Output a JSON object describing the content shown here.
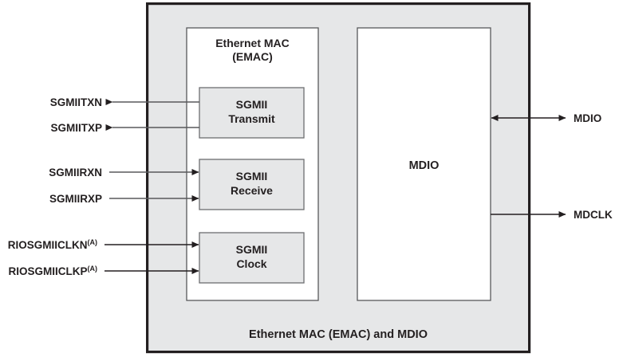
{
  "diagram": {
    "caption": "Ethernet MAC (EMAC) and MDIO",
    "groups": [
      {
        "id": "emac",
        "label_line1": "Ethernet MAC",
        "label_line2": "(EMAC)"
      },
      {
        "id": "mdio",
        "label": "MDIO"
      }
    ],
    "blocks": [
      {
        "id": "sgmii-transmit",
        "line1": "SGMII",
        "line2": "Transmit"
      },
      {
        "id": "sgmii-receive",
        "line1": "SGMII",
        "line2": "Receive"
      },
      {
        "id": "sgmii-clock",
        "line1": "SGMII",
        "line2": "Clock"
      }
    ],
    "left_signals": [
      {
        "id": "sgmiitxn",
        "label": "SGMIITXN",
        "superscript": "",
        "direction": "out"
      },
      {
        "id": "sgmiitxp",
        "label": "SGMIITXP",
        "superscript": "",
        "direction": "out"
      },
      {
        "id": "sgmiirxn",
        "label": "SGMIIRXN",
        "superscript": "",
        "direction": "in"
      },
      {
        "id": "sgmiirxp",
        "label": "SGMIIRXP",
        "superscript": "",
        "direction": "in"
      },
      {
        "id": "riosgmiiclkn",
        "label": "RIOSGMIICLKN",
        "superscript": "(A)",
        "direction": "in"
      },
      {
        "id": "riosgmiiclkp",
        "label": "RIOSGMIICLKP",
        "superscript": "(A)",
        "direction": "in"
      }
    ],
    "right_signals": [
      {
        "id": "mdio",
        "label": "MDIO",
        "direction": "bidirectional"
      },
      {
        "id": "mdclk",
        "label": "MDCLK",
        "direction": "out"
      }
    ],
    "colors": {
      "page_background": "#ffffff",
      "outer_fill": "#e6e7e8",
      "outer_stroke": "#231f20",
      "group_fill": "#ffffff",
      "group_stroke": "#58595b",
      "block_fill": "#e6e7e8",
      "block_stroke": "#6d6e71",
      "text": "#231f20",
      "line": "#58595b"
    }
  }
}
